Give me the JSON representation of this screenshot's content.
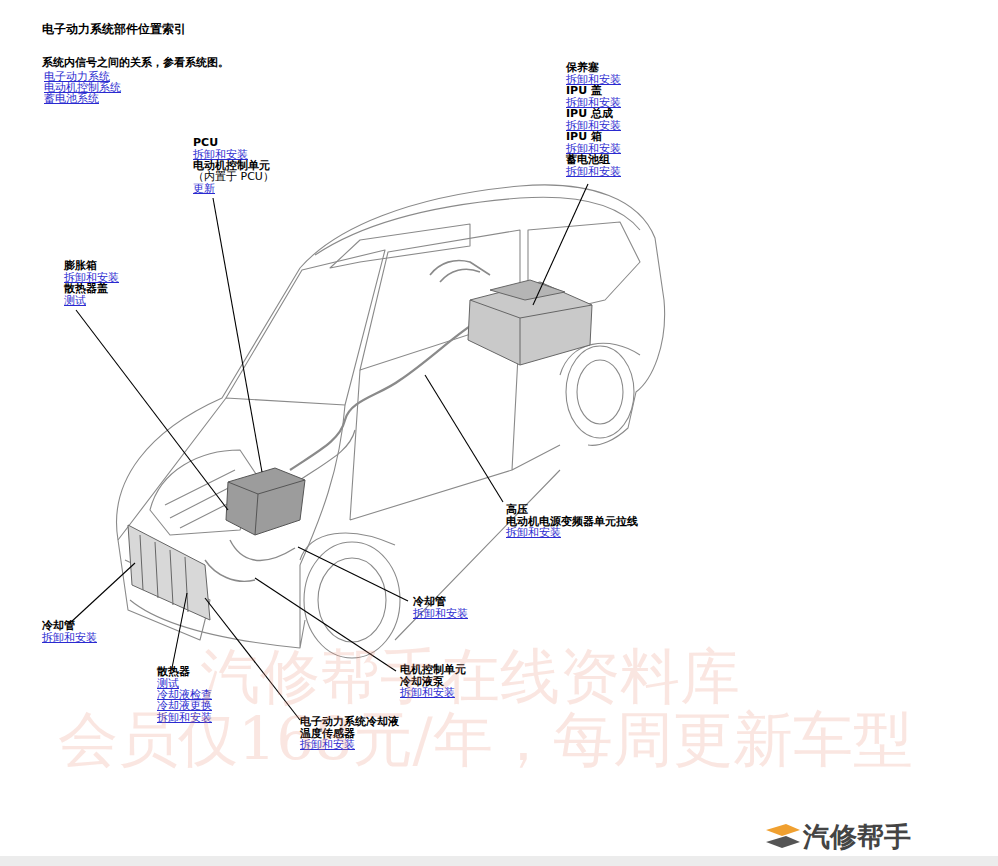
{
  "diagram": {
    "title": "电子动力系统部件位置索引",
    "labels": [
      "系统内信号之间的关系，参看系统图。",
      "电子动力系统",
      "电动机控制系统",
      "蓄电池系统",
      "PCU",
      "拆卸和安装",
      "电动机控制单元",
      "（内置于 PCU）",
      "更新",
      "保养塞",
      "拆卸和安装",
      "IPU 盖",
      "拆卸和安装",
      "IPU 总成",
      "拆卸和安装",
      "IPU 箱",
      "拆卸和安装",
      "蓄电池组",
      "拆卸和安装",
      "膨胀箱",
      "拆卸和安装",
      "散热器盖",
      "测试",
      "高压 电动机电源变频器单元拉线",
      "拆卸和安装",
      "冷却管",
      "拆卸和安装",
      "电机控制单元 冷却液泵",
      "拆卸和安装",
      "冷却管",
      "拆卸和安装",
      "散热器",
      "测试",
      "冷却液检查",
      "冷却液更换",
      "拆卸和安装",
      "电子动力系统冷却液 温度传感器",
      "拆卸和安装",
      "汽修帮手在线资料库",
      "会员仅168元/年，每周更新车型",
      "汽修帮手"
    ]
  }
}
